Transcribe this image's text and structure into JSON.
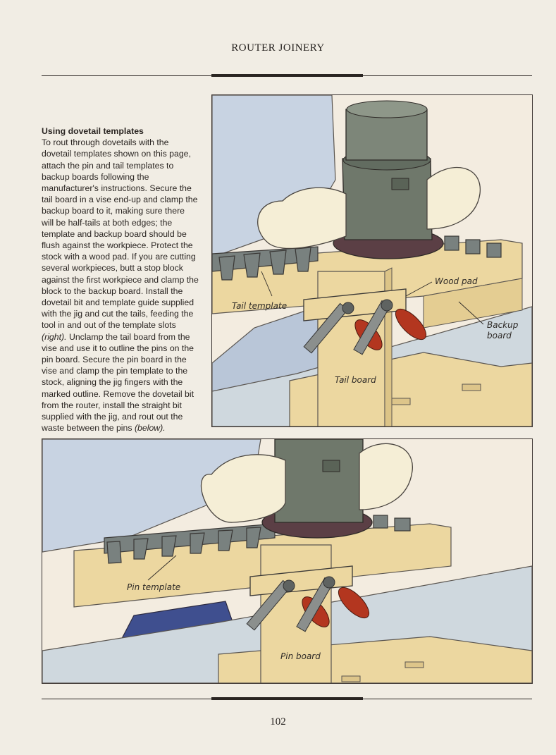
{
  "header": {
    "running_title": "ROUTER JOINERY"
  },
  "section": {
    "title": "Using dovetail templates",
    "body_main": "To rout through dovetails with the dovetail templates shown on this page, attach the pin and tail templates to backup boards following the manufacturer's instructions. Secure the tail board in a vise end-up and clamp the backup board to it, making sure there will be half-tails at both edges; the template and backup board should be flush against the workpiece. Protect the stock with a wood pad. If you are cutting several workpieces, butt a stop block against the first workpiece and clamp the block to the backup board. Install the dovetail bit and template guide supplied with the jig and cut the tails, feeding the tool in and out of the template slots ",
    "ref_right": "(right).",
    "body_cont": " Unclamp the tail board from the vise and use it to outline the pins on the pin board. Secure the pin board in the vise and clamp the pin template to the stock, aligning the jig fingers with the marked outline. Remove the dovetail bit from the router, install the straight bit supplied with the jig, and rout out the waste between the pins ",
    "ref_below": "(below)."
  },
  "figure_top": {
    "labels": {
      "wood_pad": "Wood pad",
      "tail_template": "Tail template",
      "backup_board_line1": "Backup",
      "backup_board_line2": "board",
      "tail_board": "Tail board"
    }
  },
  "figure_bottom": {
    "labels": {
      "pin_template": "Pin template",
      "pin_board": "Pin board"
    }
  },
  "footer": {
    "page_number": "102"
  },
  "colors": {
    "page": "#f1ede4",
    "wood": "#ecd7a0",
    "router_green": "#6f786b",
    "template_gray": "#79817f",
    "clamp_red": "#b3361f",
    "sleeve_blue": "#c4d0df",
    "skin": "#f5eed6"
  }
}
